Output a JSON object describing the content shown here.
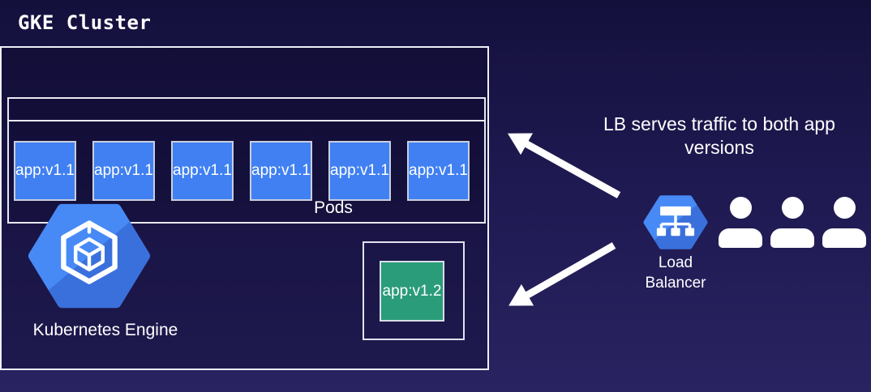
{
  "title": "GKE Cluster",
  "cluster": {
    "pods": [
      "app:v1.1",
      "app:v1.1",
      "app:v1.1",
      "app:v1.1",
      "app:v1.1",
      "app:v1.1"
    ],
    "pods_label": "Pods",
    "new_pod_label": "app:v1.2",
    "engine_label": "Kubernetes Engine"
  },
  "load_balancer": {
    "label": "Load Balancer",
    "caption": "LB serves traffic to both app versions"
  },
  "users": {
    "count": 3
  },
  "colors": {
    "pod_blue": "#4080f2",
    "pod_green": "#2a9c7a",
    "hexagon_blue_light": "#478af6",
    "hexagon_blue_shadow": "#3a70dc",
    "background_top": "#14103c",
    "background_bottom": "#292361",
    "border_white": "#eef0f8"
  }
}
